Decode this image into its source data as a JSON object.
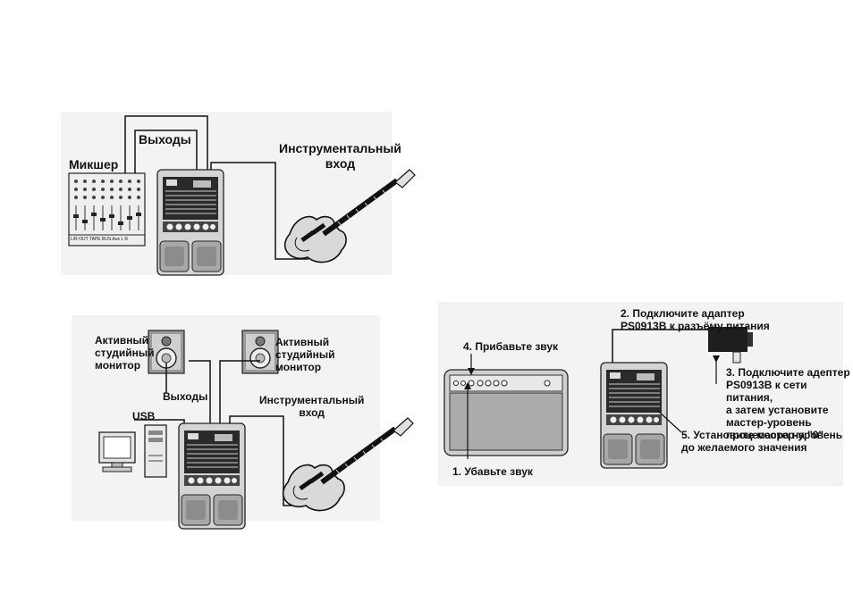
{
  "diagram1": {
    "outputs": "Выходы",
    "mixer": "Микшер",
    "instrument_input": "Инструментальный\nвход",
    "mixer_labels": "L/R OUT  TAPE  BUS  Aux  L  R"
  },
  "diagram2": {
    "monitor_left": "Активный\nстудийный\nмонитор",
    "monitor_right": "Активный\nстудийный\nмонитор",
    "outputs": "Выходы",
    "usb": "USB",
    "instrument_input": "Инструментальный\nвход"
  },
  "diagram3": {
    "step1": "1. Убавьте звук",
    "step2": "2. Подключите адаптер\nPS0913B к разъёму питания",
    "step3": "3. Подключите адептер\nPS0913B к сети питания,\nа затем установите\nмастер-уровень\nпроцессора на \"0\"",
    "step4": "4. Прибавьте звук",
    "step5": "5. Установите мастер-уровень\nдо желаемого значения"
  }
}
